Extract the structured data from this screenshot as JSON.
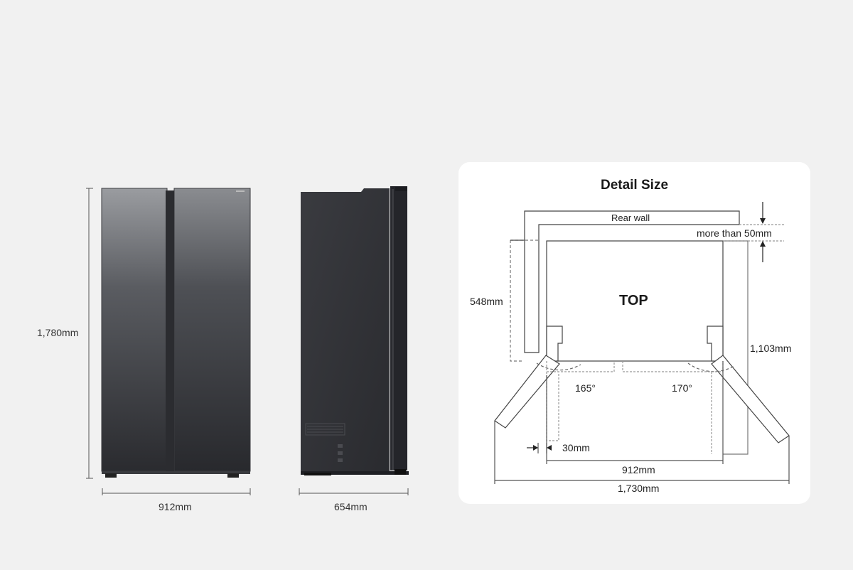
{
  "front_view": {
    "height_label": "1,780mm",
    "width_label": "912mm"
  },
  "side_view": {
    "depth_label": "654mm"
  },
  "detail": {
    "title": "Detail Size",
    "rear_wall_label": "Rear wall",
    "clearance_label": "more than 50mm",
    "top_label": "TOP",
    "left_depth_label": "548mm",
    "right_depth_label": "1,103mm",
    "left_angle_label": "165°",
    "right_angle_label": "170°",
    "side_gap_label": "30mm",
    "width_label": "912mm",
    "open_width_label": "1,730mm"
  },
  "colors": {
    "background": "#f1f1f1",
    "card": "#ffffff",
    "fridge_dark": "#2e2f33",
    "line": "#444444"
  }
}
